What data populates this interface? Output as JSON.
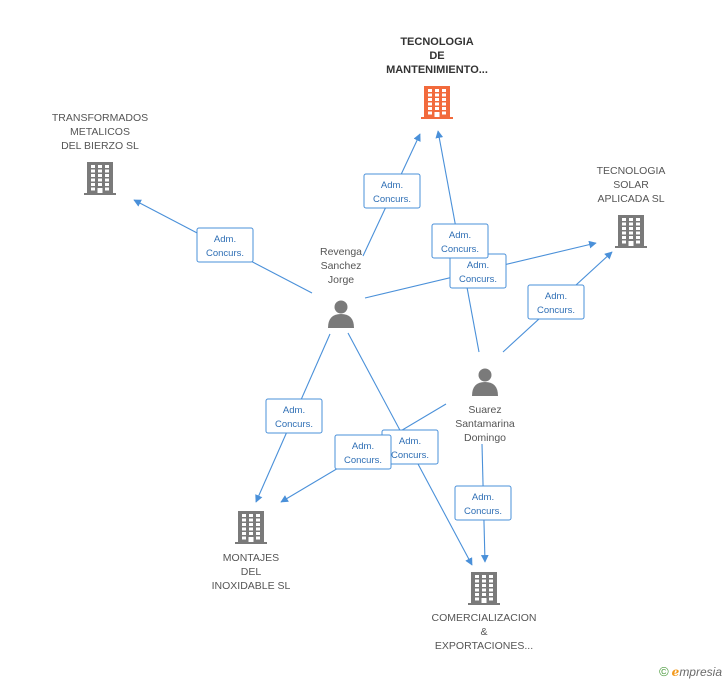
{
  "colors": {
    "edge": "#4a90d9",
    "company": "#7a7a7a",
    "company_highlight": "#f26a3c",
    "person": "#7a7a7a"
  },
  "nodes": {
    "tecnologia_mant": {
      "label": [
        "TECNOLOGIA",
        "DE",
        "MANTENIMIENTO..."
      ],
      "type": "company",
      "highlight": true
    },
    "transformados": {
      "label": [
        "TRANSFORMADOS",
        "METALICOS",
        "DEL BIERZO SL"
      ],
      "type": "company"
    },
    "tecnologia_solar": {
      "label": [
        "TECNOLOGIA",
        "SOLAR",
        "APLICADA SL"
      ],
      "type": "company"
    },
    "revenga": {
      "label": [
        "Revenga",
        "Sanchez",
        "Jorge"
      ],
      "type": "person"
    },
    "suarez": {
      "label": [
        "Suarez",
        "Santamarina",
        "Domingo"
      ],
      "type": "person"
    },
    "montajes": {
      "label": [
        "MONTAJES",
        "DEL",
        "INOXIDABLE SL"
      ],
      "type": "company"
    },
    "comercializacion": {
      "label": [
        "COMERCIALIZACION",
        "&",
        "EXPORTACIONES..."
      ],
      "type": "company"
    }
  },
  "role_label": [
    "Adm.",
    "Concurs."
  ],
  "edges": [
    {
      "from": "revenga",
      "to": "tecnologia_mant",
      "role": [
        "Adm.",
        "Concurs."
      ]
    },
    {
      "from": "revenga",
      "to": "transformados",
      "role": [
        "Adm.",
        "Concurs."
      ]
    },
    {
      "from": "revenga",
      "to": "tecnologia_solar",
      "role": [
        "Adm.",
        "Concurs."
      ]
    },
    {
      "from": "revenga",
      "to": "montajes",
      "role": [
        "Adm.",
        "Concurs."
      ]
    },
    {
      "from": "revenga",
      "to": "comercializacion",
      "role": [
        "Adm.",
        "Concurs."
      ]
    },
    {
      "from": "suarez",
      "to": "tecnologia_mant",
      "role": [
        "Adm.",
        "Concurs."
      ]
    },
    {
      "from": "suarez",
      "to": "tecnologia_solar",
      "role": [
        "Adm.",
        "Concurs."
      ]
    },
    {
      "from": "suarez",
      "to": "montajes",
      "role": [
        "Adm.",
        "Concurs."
      ]
    },
    {
      "from": "suarez",
      "to": "comercializacion",
      "role": [
        "Adm.",
        "Concurs."
      ]
    }
  ],
  "footer": {
    "copyright": "©",
    "brand_initial": "e",
    "brand_rest": "mpresia"
  }
}
